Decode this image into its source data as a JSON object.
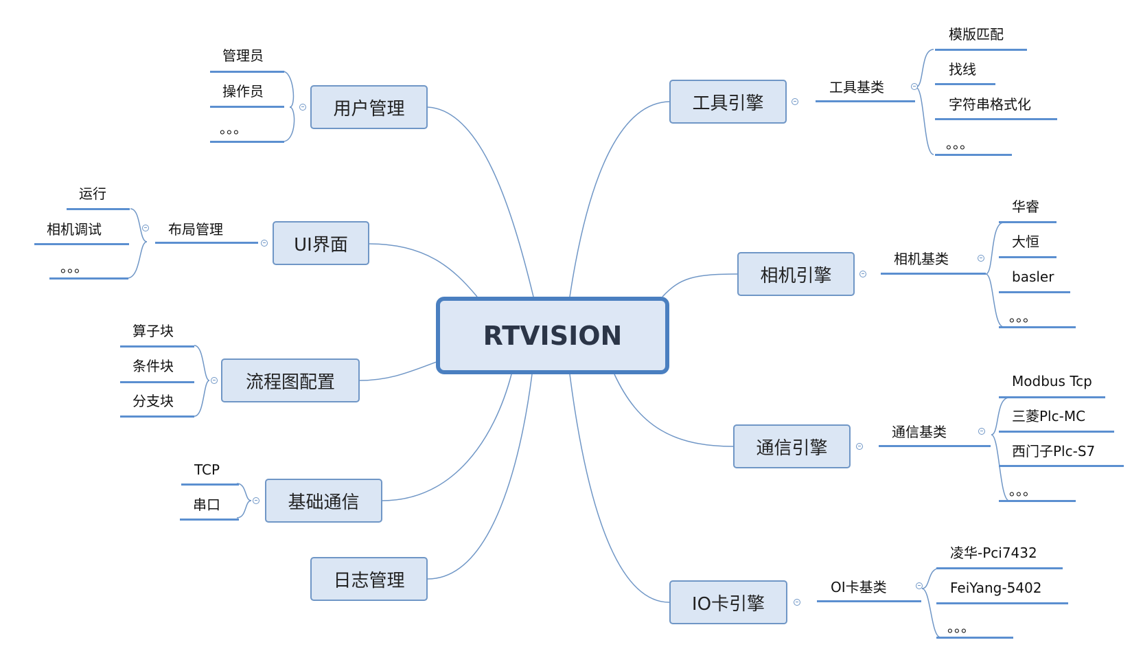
{
  "root": "RTVISION",
  "left": {
    "user": {
      "title": "用户管理",
      "items": [
        "管理员",
        "操作员",
        "。。。"
      ]
    },
    "ui": {
      "title": "UI界面",
      "sub": "布局管理",
      "items": [
        "运行",
        "相机调试",
        "。。。"
      ]
    },
    "flow": {
      "title": "流程图配置",
      "items": [
        "算子块",
        "条件块",
        "分支块"
      ]
    },
    "comm": {
      "title": "基础通信",
      "items": [
        "TCP",
        "串口"
      ]
    },
    "log": {
      "title": "日志管理"
    }
  },
  "right": {
    "tool": {
      "title": "工具引擎",
      "sub": "工具基类",
      "items": [
        "模版匹配",
        "找线",
        "字符串格式化",
        "。。。"
      ]
    },
    "camera": {
      "title": "相机引擎",
      "sub": "相机基类",
      "items": [
        "华睿",
        "大恒",
        "basler",
        "。。。"
      ]
    },
    "commengine": {
      "title": "通信引擎",
      "sub": "通信基类",
      "items": [
        "Modbus Tcp",
        "三菱Plc-MC",
        "西门子Plc-S7",
        "。。。"
      ]
    },
    "io": {
      "title": "IO卡引擎",
      "sub": "OI卡基类",
      "items": [
        "凌华-Pci7432",
        "FeiYang-5402",
        "。。。"
      ]
    }
  },
  "colors": {
    "line": "#5b8fd0",
    "box_fill": "#dbe6f4",
    "box_border": "#6f96c6",
    "root_border": "#4a7fc0"
  }
}
